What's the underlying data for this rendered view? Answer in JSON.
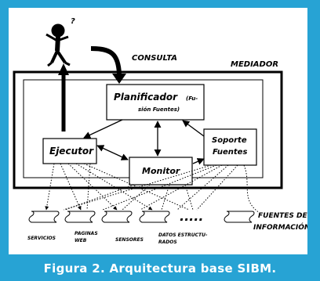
{
  "diagram": {
    "labels": {
      "consulta": "CONSULTA",
      "mediador": "MEDIADOR",
      "planificador": "Planificador",
      "fusion_part1": "(Fu-",
      "fusion_part2": "sión Fuentes)",
      "ejecutor": "Ejecutor",
      "monitor": "Monitor",
      "soporte": "Soporte",
      "fuentes": "Fuentes",
      "fuentes_de": "FUENTES DE",
      "informacion": "INFORMACIÓN",
      "servicios": "SERVICIOS",
      "paginas": "PAGINAS",
      "web": "WEB",
      "sensores": "SENSORES",
      "datos_estructu": "DATOS ESTRUCTU-",
      "rados": "RADOS",
      "ellipsis": "....."
    },
    "icons": {
      "user": "stick-figure-user-icon",
      "source": "wavy-source-icon"
    }
  },
  "caption": "Figura 2. Arquitectura base SIBM."
}
